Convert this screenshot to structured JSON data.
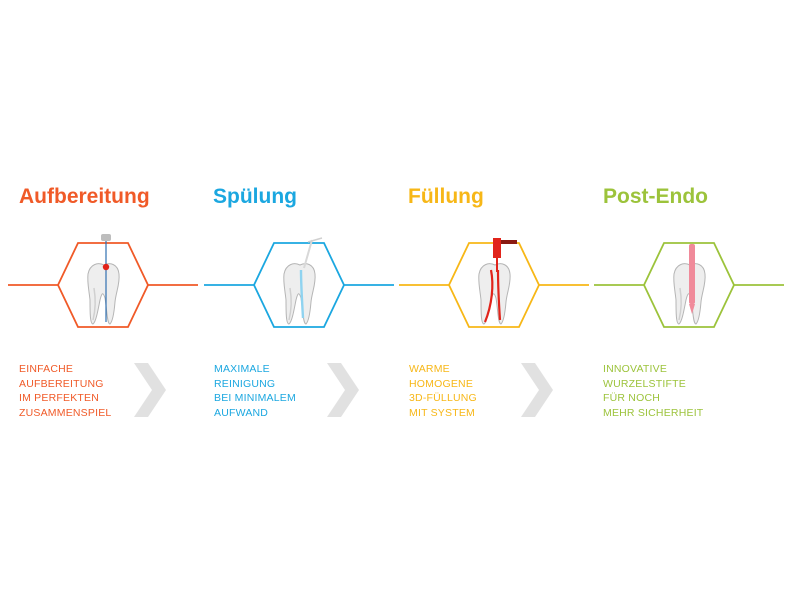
{
  "stages": [
    {
      "title": "Aufbereitung",
      "color": "#f05a28",
      "icon": "tooth-root-canal-file-icon",
      "lines": [
        "EINFACHE",
        "AUFBEREITUNG",
        "IM PERFEKTEN",
        "ZUSAMMENSPIEL"
      ]
    },
    {
      "title": "Spülung",
      "color": "#1ba7e0",
      "icon": "tooth-irrigation-needle-icon",
      "lines": [
        "MAXIMALE",
        "REINIGUNG",
        "BEI MINIMALEM",
        "AUFWAND"
      ]
    },
    {
      "title": "Füllung",
      "color": "#f7b717",
      "icon": "tooth-obturation-icon",
      "lines": [
        "WARME",
        "HOMOGENE",
        "3D-FÜLLUNG",
        "MIT SYSTEM"
      ]
    },
    {
      "title": "Post-Endo",
      "color": "#9cc33b",
      "icon": "tooth-post-icon",
      "lines": [
        "INNOVATIVE",
        "WURZELSTIFTE",
        "FÜR NOCH",
        "MEHR SICHERHEIT"
      ]
    }
  ],
  "arrow_color": "#e1e1e1",
  "arrow_icon": "chevron-right-icon"
}
